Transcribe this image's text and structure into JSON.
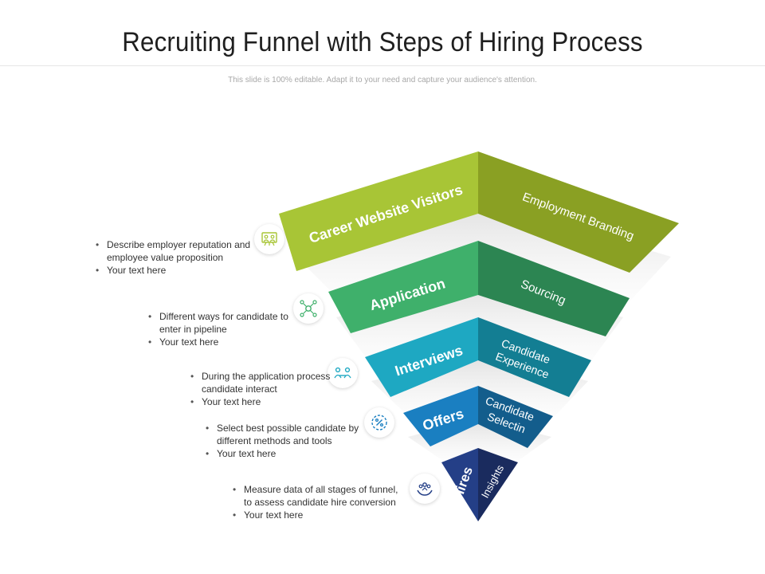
{
  "title": "Recruiting Funnel with Steps of Hiring Process",
  "subtitle": "This slide is 100% editable. Adapt it to your need and capture your audience's attention.",
  "funnel": {
    "stages": [
      {
        "left_label": "Career Website Visitors",
        "right_label_lines": [
          "Employment Branding"
        ],
        "color_left": "#a8c536",
        "color_right": "#8aa023"
      },
      {
        "left_label": "Application",
        "right_label_lines": [
          "Sourcing"
        ],
        "color_left": "#3fb06b",
        "color_right": "#2c8552"
      },
      {
        "left_label": "Interviews",
        "right_label_lines": [
          "Candidate",
          "Experience"
        ],
        "color_left": "#1ea8c2",
        "color_right": "#137e93"
      },
      {
        "left_label": "Offers",
        "right_label_lines": [
          "Candidate",
          "Selectin"
        ],
        "color_left": "#1a7fc1",
        "color_right": "#135d8c"
      },
      {
        "left_label": "Hires",
        "right_label_lines": [
          "Insights"
        ],
        "color_left": "#243f87",
        "color_right": "#1a2b5e"
      }
    ]
  },
  "descriptions": [
    {
      "lines": [
        "Describe employer reputation and employee value proposition",
        "Your text here"
      ],
      "icon": "team-board-icon"
    },
    {
      "lines": [
        "Different ways for candidate to enter in pipeline",
        "Your text here"
      ],
      "icon": "network-people-icon"
    },
    {
      "lines": [
        "During the application process candidate interact",
        "Your text here"
      ],
      "icon": "interview-icon"
    },
    {
      "lines": [
        "Select best possible candidate by different methods and tools",
        "Your text here"
      ],
      "icon": "percent-badge-icon"
    },
    {
      "lines": [
        "Measure data of all stages of funnel, to assess candidate hire conversion",
        "Your text here"
      ],
      "icon": "hands-people-icon"
    }
  ]
}
